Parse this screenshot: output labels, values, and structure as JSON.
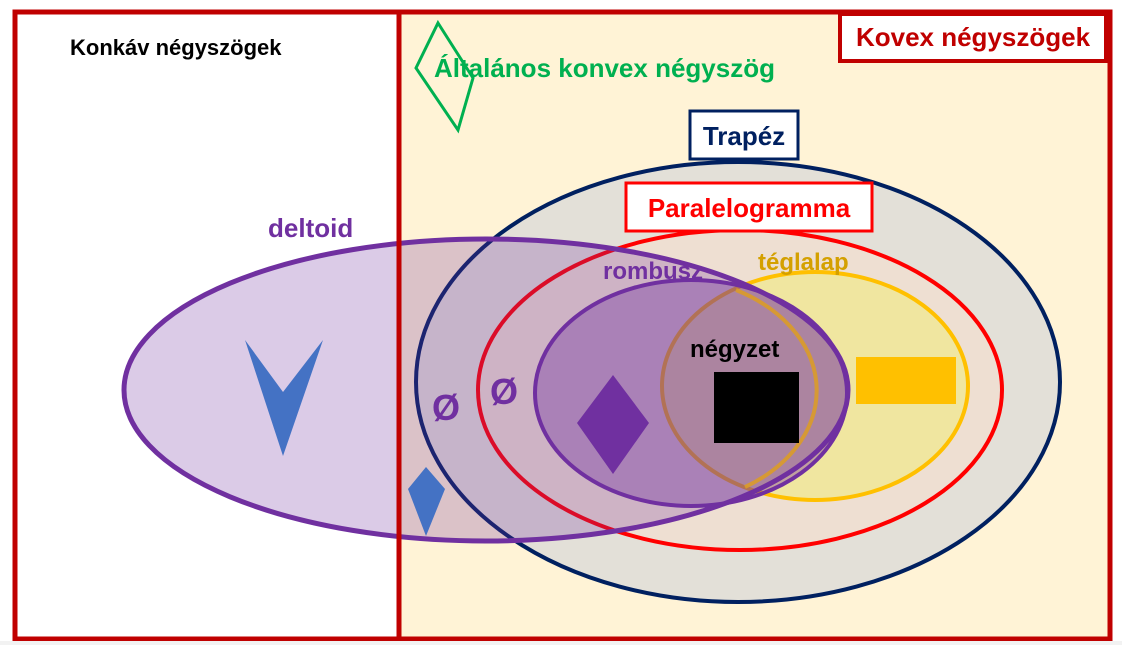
{
  "labels": {
    "concave": "Konkáv négyszögek",
    "convex": "Kovex négyszögek",
    "general_convex": "Általános konvex négyszög",
    "trapezoid": "Trapéz",
    "parallelogram": "Paralelogramma",
    "kite": "deltoid",
    "rhombus": "rombusz",
    "rectangle": "téglalap",
    "square": "négyzet",
    "empty_set_1": "Ø",
    "empty_set_2": "Ø"
  },
  "colors": {
    "frame_red": "#c00000",
    "convex_bg": "#fff3d6",
    "general_green": "#00b050",
    "trapezoid_navy": "#002060",
    "trapezoid_fill": "#e3e0d8",
    "parallelogram_red": "#ff0000",
    "kite_purple": "#7030a0",
    "kite_fill": "#d9c6e8",
    "rectangle_gold": "#ffc000",
    "rectangle_fill": "#f0e6a0",
    "shape_blue": "#4472c4",
    "square_black": "#000000"
  },
  "icons": {
    "concave_kite": "concave-kite-shape",
    "convex_kite": "convex-kite-shape",
    "general_quad": "general-quadrilateral-shape",
    "rhombus": "rhombus-shape",
    "square": "square-shape",
    "rectangle": "rectangle-shape"
  }
}
